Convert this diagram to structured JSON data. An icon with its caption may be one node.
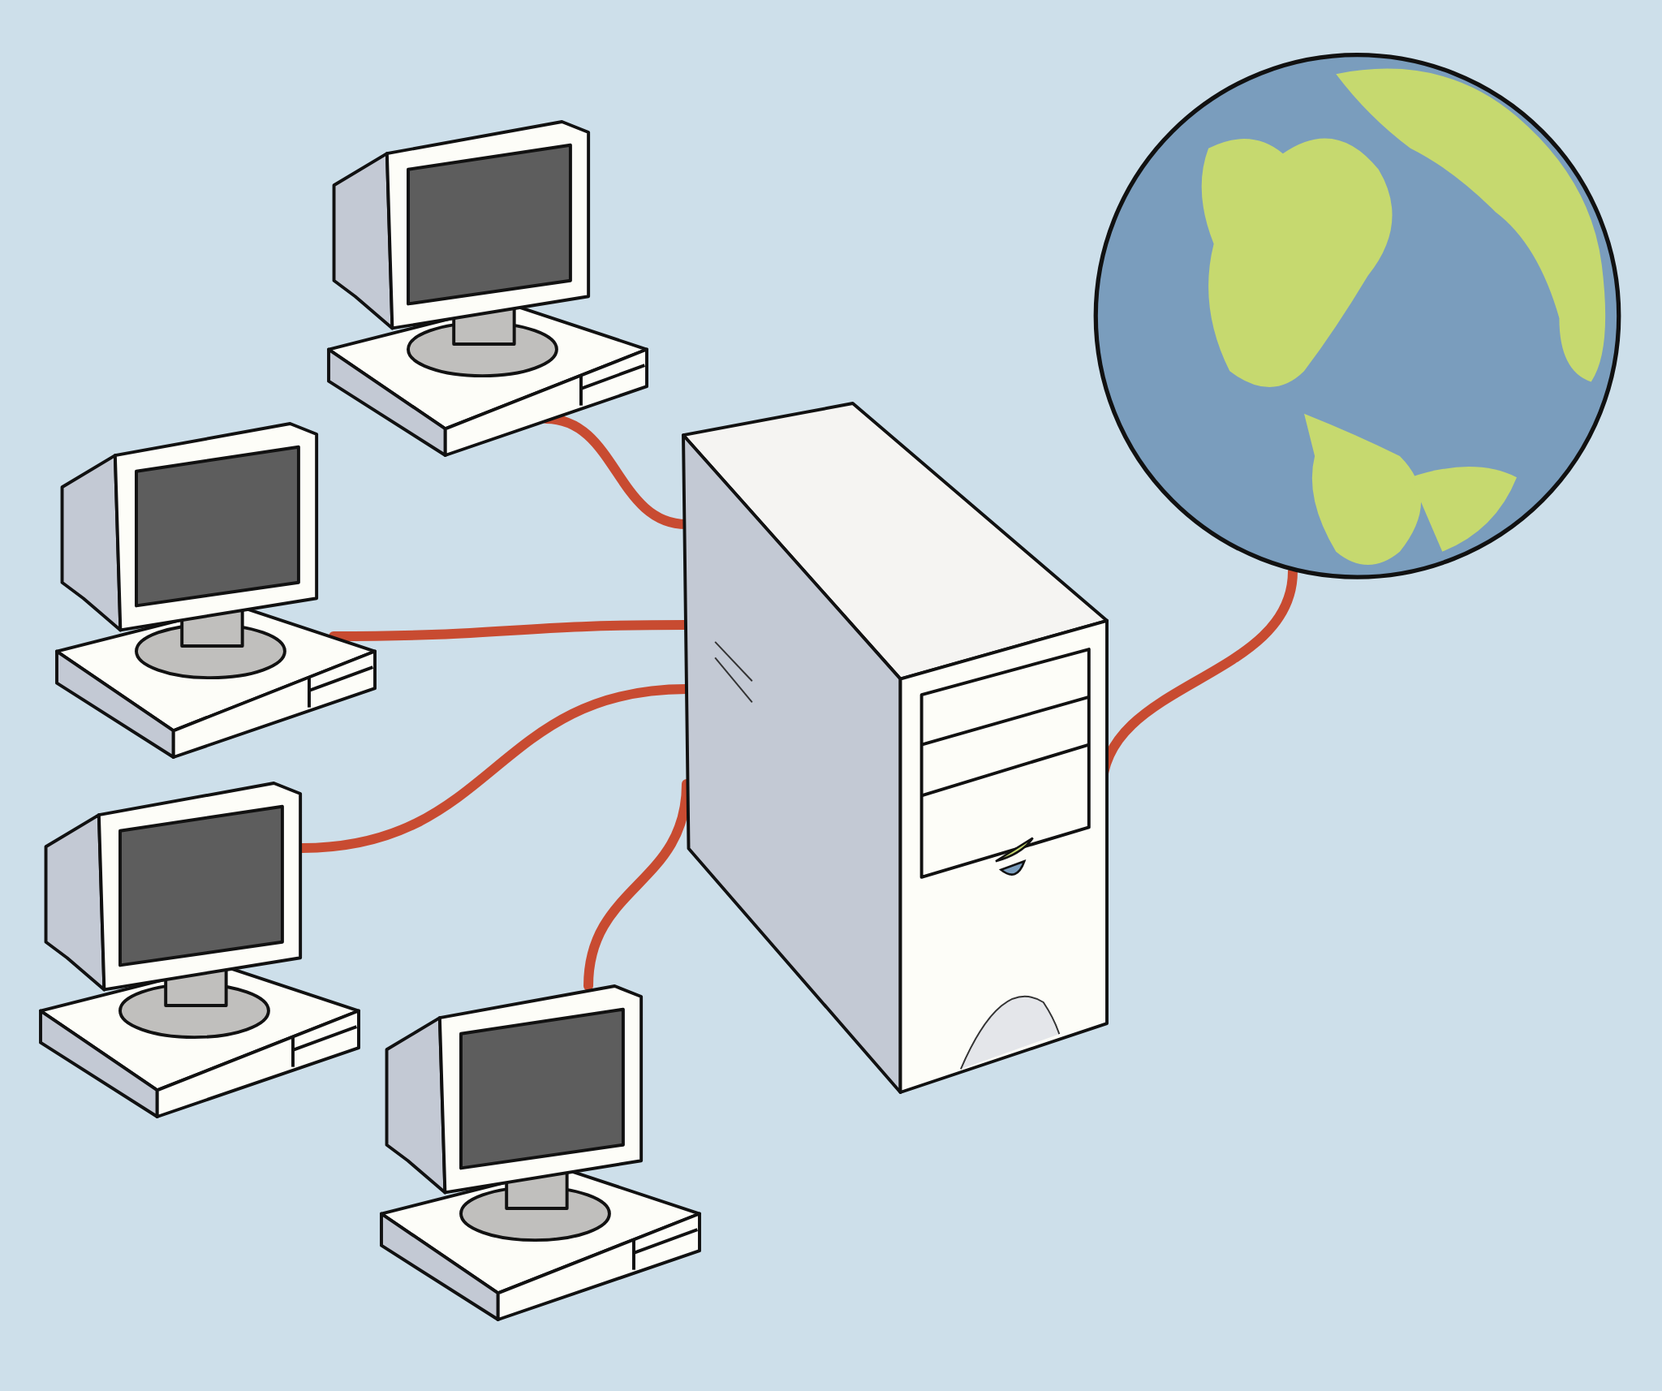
{
  "diagram": {
    "nodes": [
      {
        "text": [],
        "shape": "picture"
      },
      {
        "text": [],
        "shape": "picture"
      },
      {
        "text": [],
        "shape": "picture"
      },
      {
        "text": [],
        "shape": "picture"
      },
      {
        "text": [],
        "shape": "picture"
      },
      {
        "text": [],
        "shape": "picture"
      }
    ],
    "edges": [
      {
        "from": 0,
        "to": 4,
        "arrow": "none"
      },
      {
        "from": 1,
        "to": 4,
        "arrow": "none"
      },
      {
        "from": 2,
        "to": 4,
        "arrow": "none"
      },
      {
        "from": 3,
        "to": 4,
        "arrow": "none"
      },
      {
        "from": 4,
        "to": 5,
        "arrow": "none"
      }
    ]
  }
}
